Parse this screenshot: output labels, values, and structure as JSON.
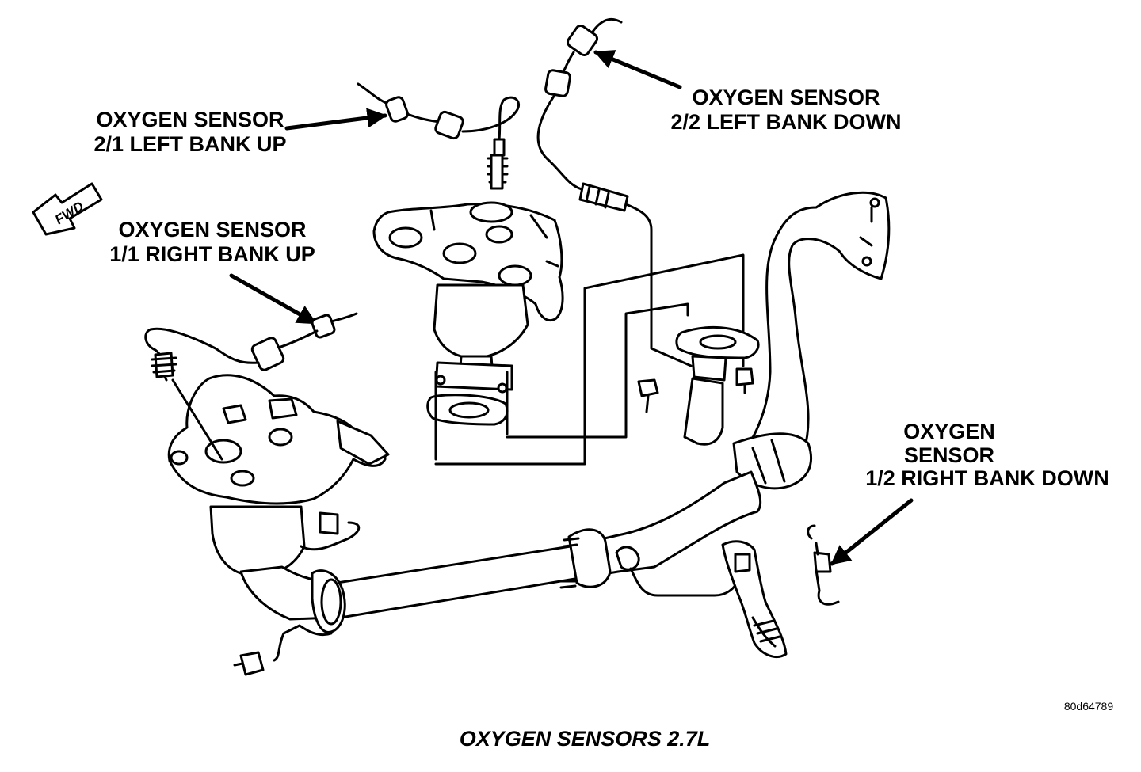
{
  "labels": {
    "left_bank_up": [
      "OXYGEN SENSOR",
      "2/1 LEFT BANK UP"
    ],
    "left_bank_down": [
      "OXYGEN SENSOR",
      "2/2 LEFT BANK DOWN"
    ],
    "right_bank_up": [
      "OXYGEN SENSOR",
      "1/1 RIGHT BANK UP"
    ],
    "right_bank_down": [
      "OXYGEN",
      "SENSOR",
      "1/2 RIGHT BANK DOWN"
    ]
  },
  "fwd_label": "FWD",
  "figure_code": "80d64789",
  "caption": "OXYGEN SENSORS 2.7L",
  "colors": {
    "ink": "#000000",
    "background": "#ffffff"
  }
}
